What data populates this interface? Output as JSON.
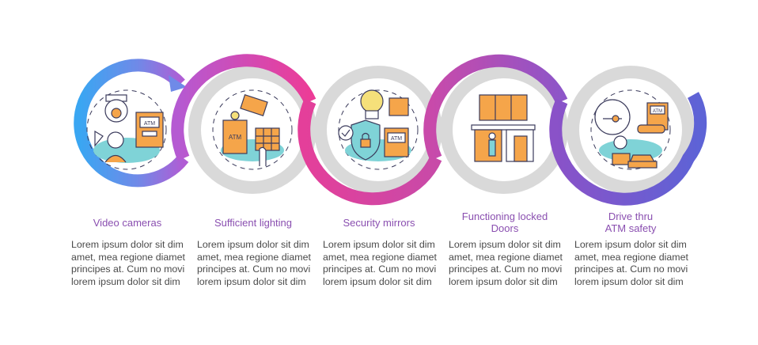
{
  "colors": {
    "gradient_start": "#3da3f0",
    "gradient_mid": "#a35bd0",
    "gradient_pink": "#e43f9a",
    "gradient_end": "#6f5fd8",
    "grey_ring": "#d9d9d9",
    "icon_fill_teal": "#7fd3d7",
    "icon_fill_orange": "#f5a54a",
    "icon_stroke": "#3b3b5c",
    "title_color": "#8a4fb0"
  },
  "steps": [
    {
      "title_lines": [
        "Video cameras"
      ],
      "desc_lines": [
        "Lorem ipsum dolor sit dim",
        "amet, mea regione diamet",
        "principes at. Cum no movi",
        "lorem ipsum dolor sit dim"
      ],
      "icon": "video-camera-atm-icon",
      "atm_label": "ATM"
    },
    {
      "title_lines": [
        "Sufficient lighting"
      ],
      "desc_lines": [
        "Lorem ipsum dolor sit dim",
        "amet, mea regione diamet",
        "principes at. Cum no movi",
        "lorem ipsum dolor sit dim"
      ],
      "icon": "lighting-atm-icon",
      "atm_label": "ATM"
    },
    {
      "title_lines": [
        "Security mirrors"
      ],
      "desc_lines": [
        "Lorem ipsum dolor sit dim",
        "amet, mea regione diamet",
        "principes at. Cum no movi",
        "lorem ipsum dolor sit dim"
      ],
      "icon": "security-mirror-icon",
      "atm_label": "ATM"
    },
    {
      "title_lines": [
        "Functioning locked",
        "Doors"
      ],
      "desc_lines": [
        "Lorem ipsum dolor sit dim",
        "amet, mea regione diamet",
        "principes at. Cum no movi",
        "lorem ipsum dolor sit dim"
      ],
      "icon": "locked-doors-icon",
      "atm_label": ""
    },
    {
      "title_lines": [
        "Drive thru",
        "ATM safety"
      ],
      "desc_lines": [
        "Lorem ipsum dolor sit dim",
        "amet, mea regione diamet",
        "principes at. Cum no movi",
        "lorem ipsum dolor sit dim"
      ],
      "icon": "drive-thru-atm-icon",
      "atm_label": "ATM"
    }
  ]
}
